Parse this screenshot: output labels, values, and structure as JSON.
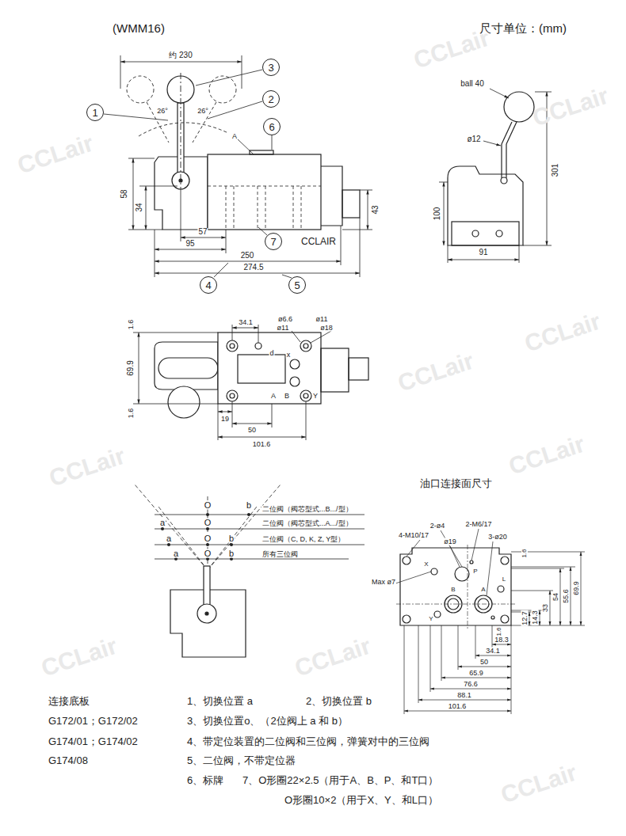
{
  "diagram": {
    "title": "(WMM16)",
    "nodes": [
      {
        "text": [
          "3"
        ]
      },
      {
        "text": [
          "2"
        ]
      },
      {
        "text": [
          "1"
        ]
      },
      {
        "text": [
          "6"
        ]
      },
      {
        "text": [
          "7"
        ]
      },
      {
        "text": [
          "4"
        ]
      },
      {
        "text": [
          "5"
        ]
      }
    ],
    "labels": [
      "尺寸单位：(mm)",
      "约 230",
      "26°",
      "26°",
      "A",
      "58",
      "34",
      "57",
      "95",
      "250",
      "274.5",
      "43",
      "CCLAIR",
      "ball 40",
      "ø12",
      "301",
      "100",
      "91",
      "1.6",
      "69.9",
      "1.6",
      "34.1",
      "ø6.6",
      "ø11",
      "ø11",
      "ø18",
      "d",
      "x",
      "A",
      "B",
      "Y",
      "19",
      "50",
      "101.6",
      "O",
      "b",
      "二位阀（阀芯型式...B.../型）",
      "a",
      "O",
      "二位阀（阀芯型式...A.../型）",
      "a",
      "O",
      "b",
      "二位阀（C, D, K, Z, Y型）",
      "a",
      "O",
      "b",
      "所有三位阀",
      "油口连接面尺寸",
      "4-M10/17",
      "2-ø4",
      "2-M6/17",
      "ø19",
      "3-ø20",
      "Max ø7",
      "X",
      "Y",
      "B",
      "A",
      "P",
      "L",
      "1.6",
      "12.7",
      "14.3",
      "33",
      "54",
      "55.6",
      "69.9",
      "1.6",
      "18.3",
      "34.1",
      "50",
      "65.9",
      "76.6",
      "88.1",
      "101.6",
      "连接底板",
      "G172/01；G172/02",
      "G174/01；G174/02",
      "G174/08",
      "1、切换位置 a",
      "2、切换位置 b",
      "3、切换位置o、（2位阀上 a 和 b）",
      "4、带定位装置的二位阀和三位阀，弹簧对中的三位阀",
      "5、二位阀，不带定位器",
      "6、标牌",
      "7、O形圈22×2.5（用于A、B、P、和T口）",
      "O形圈10×2（用于X、Y、和L口）",
      "CCLair",
      "CCLair",
      "CCLair",
      "CCLair",
      "CCLair",
      "CCLair",
      "CCLair",
      "CCLair",
      "CCLair",
      "CCLair"
    ]
  }
}
